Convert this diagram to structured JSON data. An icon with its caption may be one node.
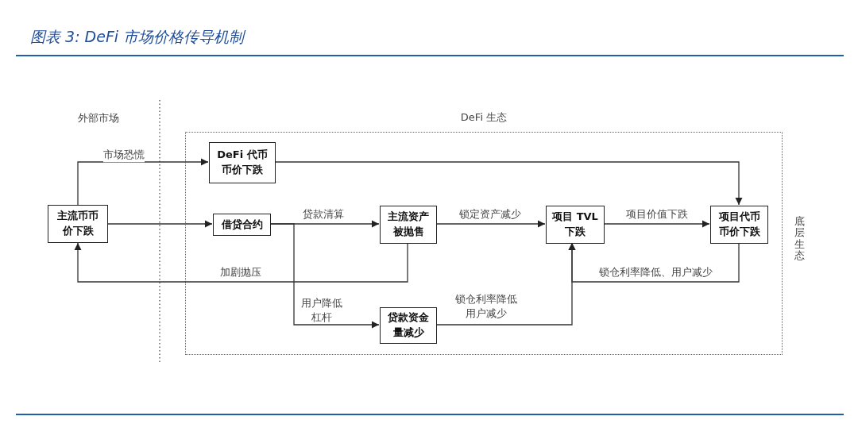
{
  "diagram": {
    "title": "图表 3: DeFi 市场价格传导机制",
    "nodes": [
      {
        "text": [
          "DeFi 生态"
        ]
      },
      {
        "text": [
          "主流币币价下跌"
        ]
      },
      {
        "text": [
          "DeFi 代币币价下跌"
        ],
        "in": 0
      },
      {
        "text": [
          "借贷合约"
        ],
        "in": 0
      },
      {
        "text": [
          "主流资产被抛售"
        ],
        "in": 0
      },
      {
        "text": [
          "项目 TVL下跌"
        ],
        "in": 0
      },
      {
        "text": [
          "项目代币币价下跌"
        ],
        "in": 0
      },
      {
        "text": [
          "贷款资金量减少"
        ],
        "in": 0
      }
    ],
    "edges": [
      {
        "from": 1,
        "to": 2,
        "arrow": "to",
        "label": "市场恐慌"
      },
      {
        "from": 1,
        "to": 3,
        "arrow": "to"
      },
      {
        "from": 3,
        "to": 4,
        "arrow": "to",
        "label": "贷款清算"
      },
      {
        "from": 4,
        "to": 5,
        "arrow": "to",
        "label": "锁定资产减少"
      },
      {
        "from": 5,
        "to": 6,
        "arrow": "to",
        "label": "项目价值下跌"
      },
      {
        "from": 2,
        "to": 6,
        "arrow": "to"
      },
      {
        "from": 6,
        "to": 5,
        "arrow": "to",
        "label": "锁仓利率降低、用户减少"
      },
      {
        "from": 4,
        "to": 1,
        "arrow": "to",
        "label": "加剧抛压"
      },
      {
        "from": 3,
        "to": 7,
        "arrow": "to",
        "label": "用户降低杠杆"
      },
      {
        "from": 7,
        "to": 5,
        "arrow": "to",
        "label": "锁仓利率降低用户减少"
      }
    ],
    "labels": [
      "外部市场",
      "底层生态"
    ]
  }
}
